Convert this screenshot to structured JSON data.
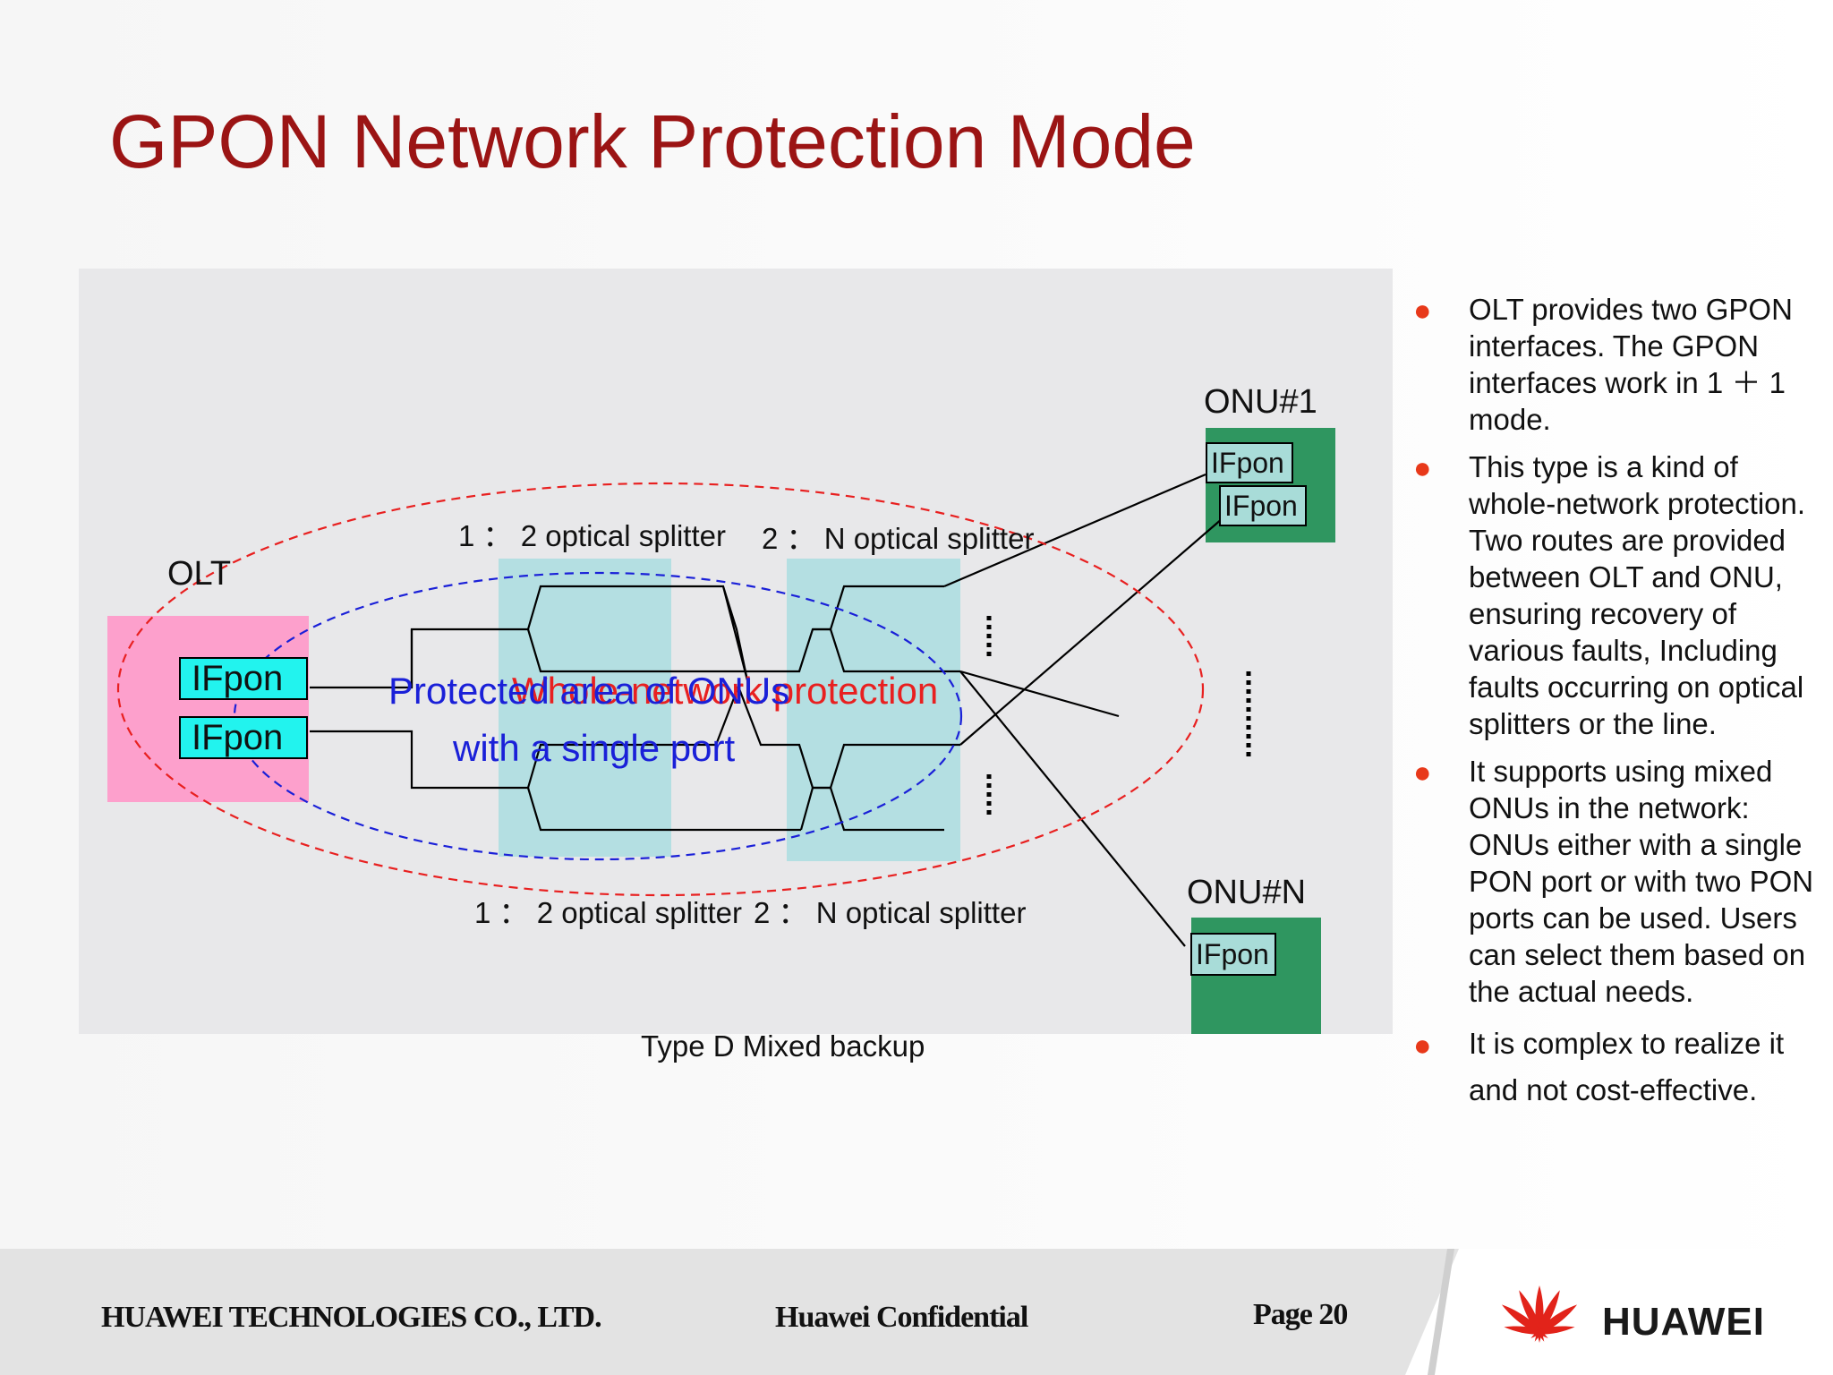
{
  "title": "GPON Network Protection Mode",
  "diagram": {
    "olt_label": "OLT",
    "ifpon_label": "IFpon",
    "onu1_label": "ONU#1",
    "onun_label": "ONU#N",
    "splitter_top_left": "1 ： 2 optical splitter",
    "splitter_top_right": "2 ： N optical splitter",
    "splitter_bottom_left": "1 ： 2 optical splitter",
    "splitter_bottom_right": "2 ： N optical splitter",
    "red_area_label": "Whole-network protection",
    "blue_area_line1": "Protected area of ONUs",
    "blue_area_line2": "with a single port",
    "colors": {
      "olt_box": "#fda0cc",
      "ifpon_olt": "#22f3ee",
      "splitter_fill": "#b4dfe2",
      "onu_box": "#2f9660",
      "ifpon_onu": "#a8dcd8",
      "red_ellipse": "#e82020",
      "blue_ellipse": "#1a20d8"
    }
  },
  "caption": "Type D  Mixed backup",
  "bullets": [
    "OLT provides two GPON interfaces. The GPON interfaces work in 1 ＋ 1 mode.",
    "This type is a kind of whole-network protection. Two routes are provided between OLT and ONU, ensuring recovery of various faults, Including faults occurring on optical splitters or the line.",
    "It supports using mixed ONUs in the network: ONUs either with a single PON port or with two PON ports can be used. Users can select them based on the actual needs.",
    "It is complex to realize it and not cost-effective."
  ],
  "footer": {
    "company": "HUAWEI TECHNOLOGIES CO., LTD.",
    "confidential": "Huawei Confidential",
    "page": "Page 20",
    "logo": "HUAWEI",
    "logo_icon": "huawei-petal-logo-icon",
    "logo_color": "#e2231a"
  }
}
